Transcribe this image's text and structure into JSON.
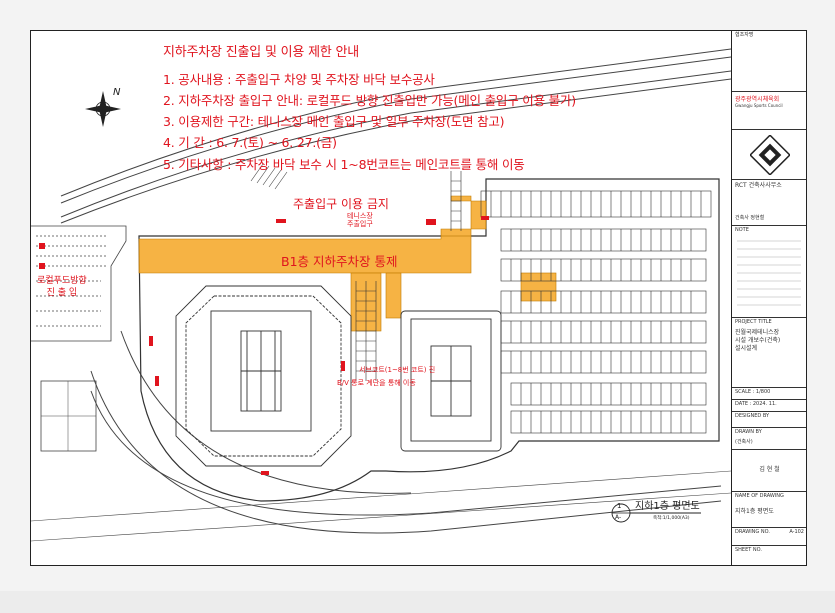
{
  "notice": {
    "title": "지하주차장 진출입 및 이용 제한 안내",
    "line1": "1. 공사내용 : 주출입구 차양 및 주차장 바닥 보수공사",
    "line2": "2. 지하주차장 출입구 안내: 로컬푸드 방향 진출입만 가능(메인 출입구 이용 불가)",
    "line3": "3. 이용제한 구간: 테니스장 메인 출입구 및 일부 주차장(도면 참고)",
    "line4": "4. 기      간 : 6. 7.(토) ~ 6. 27.(금)",
    "line5": "5. 기타사항 : 주차장 바닥 보수 시 1~8번코트는 메인코트를 통해 이동"
  },
  "plan_labels": {
    "main_entrance_ban": "주출입구 이용 금지",
    "tennis_entrance": "테니스장\n주출입구",
    "b1_closed": "B1층 지하주차장 통제",
    "local_food": "로컬푸드방향\n진 출 입",
    "sub_note_1": "서브코트(1~8번 코트) 진",
    "sub_note_2": "B/V 통로 계단을 통해 이동",
    "drawing_no_circle": "1",
    "drawing_no_sub": "A-",
    "drawing_title": "지하1층 평면도",
    "drawing_scale": "축척:1/1,000(A3)"
  },
  "title_block": {
    "stamp": "협조자명",
    "client": "광주광역시체육회",
    "client_en": "Gwangju Sports Council",
    "architect": "RCT 건축사사무소",
    "architect_name": "건축사 정현철",
    "note": "NOTE",
    "project_title": "PROJECT TITLE",
    "project_name": "진월국제테니스장\n시설 개보수(건축)\n설시설계",
    "scale": "SCALE : 1/800",
    "date": "DATE : 2024. 11.",
    "designed_by": "DESIGNED BY",
    "drawn_by": "DRAWN BY",
    "drawn_by_name": "(건축사)",
    "checked_name": "김 현 철",
    "name_of_drawing": "NAME OF DRAWING",
    "drawing_name": "지하1층 평면도",
    "drawing_no": "DRAWING NO.",
    "sheet_no": "SHEET NO.",
    "drawing_no_val": "A-102"
  },
  "colors": {
    "highlight": "#f5a623",
    "notice_red": "#e0141e",
    "line": "#222222"
  }
}
